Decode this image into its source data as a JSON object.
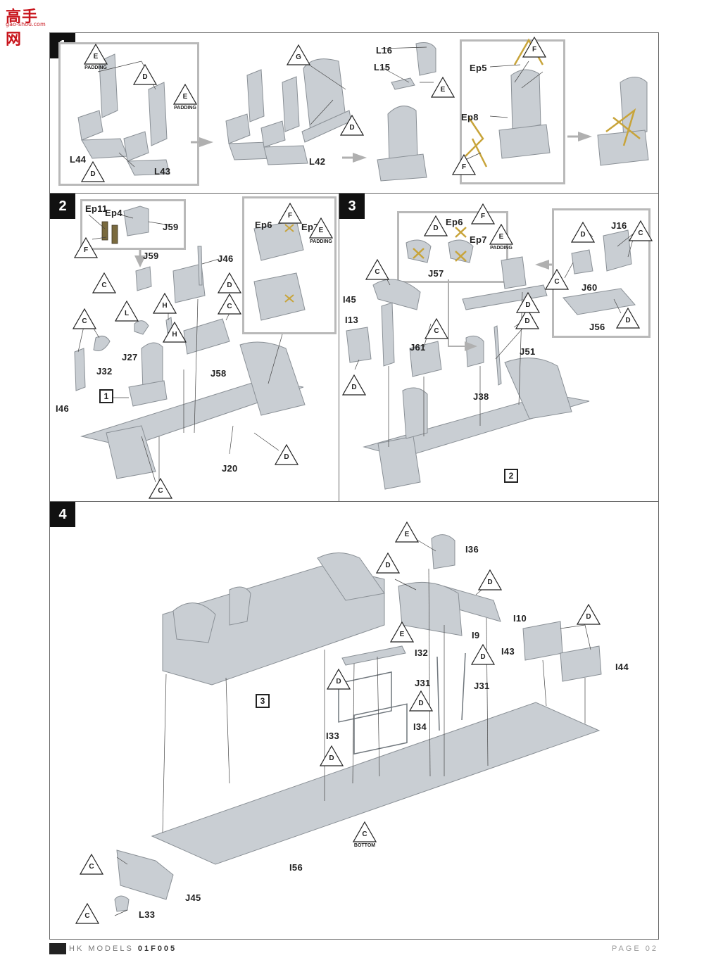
{
  "header": {
    "site_logo": "高手网",
    "site_url": "gao-shou.com"
  },
  "colors": {
    "part": "#c9ced3",
    "part_edge": "#8a9096",
    "box": "#b9b9b9",
    "brass": "#c8a43a"
  },
  "steps": [
    {
      "number": "1",
      "parts": [
        "L44",
        "L43",
        "L42",
        "L16",
        "L15",
        "Ep5",
        "Ep8"
      ],
      "callouts": {
        "e1": "E",
        "padding1": "PADDING",
        "d1": "D",
        "e2": "E",
        "padding2": "PADDING",
        "d2": "D",
        "g": "G",
        "d3": "D",
        "e3": "E",
        "f1": "F",
        "f2": "F"
      }
    },
    {
      "number": "2",
      "parts": [
        "Ep11",
        "Ep4",
        "J59",
        "J59",
        "J46",
        "J32",
        "J27",
        "J58",
        "I46",
        "J20",
        "Ep6",
        "Ep7"
      ],
      "callouts": {
        "f1": "F",
        "c1": "C",
        "d1": "D",
        "c2": "C",
        "l": "L",
        "h1": "H",
        "h2": "H",
        "c3": "C",
        "d2": "D",
        "c4": "C",
        "f2": "F",
        "e": "E",
        "padding": "PADDING"
      },
      "ref": "1"
    },
    {
      "number": "3",
      "parts": [
        "I45",
        "I13",
        "J61",
        "J38",
        "J51",
        "J57",
        "Ep6",
        "Ep7",
        "J16",
        "J60",
        "J56"
      ],
      "callouts": {
        "c1": "C",
        "d1": "D",
        "c2": "C",
        "d2": "D",
        "d3": "D",
        "f": "F",
        "e": "E",
        "padding": "PADDING",
        "c3": "C",
        "d4": "D",
        "c4": "C",
        "d5": "D",
        "d6": "D"
      },
      "ref": "2"
    },
    {
      "number": "4",
      "parts": [
        "I36",
        "I10",
        "I9",
        "J31",
        "J31",
        "I43",
        "I44",
        "I32",
        "I33",
        "I34",
        "I56",
        "J45",
        "L33"
      ],
      "callouts": {
        "e1": "E",
        "d1": "D",
        "d2": "D",
        "d3": "D",
        "e2": "E",
        "d4": "D",
        "d5": "D",
        "d6": "D",
        "d7": "D",
        "c1": "C",
        "bottom": "BOTTOM",
        "c2": "C",
        "c3": "C"
      },
      "ref": "3"
    }
  ],
  "footer": {
    "brand": "HK MODELS",
    "code": "01F005",
    "page": "PAGE 02"
  }
}
